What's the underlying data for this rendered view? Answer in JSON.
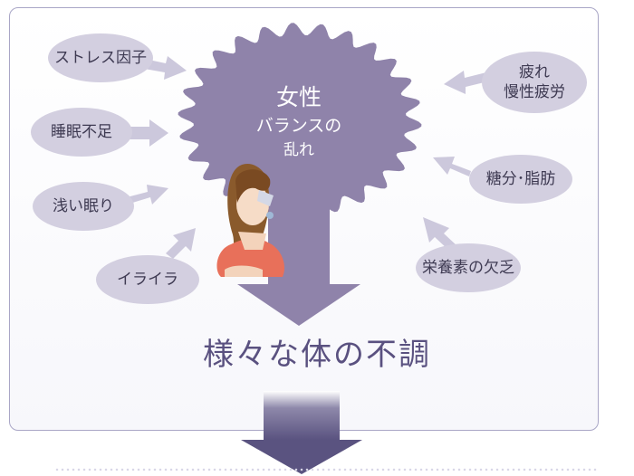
{
  "center": {
    "line1": "女性",
    "line2": "バランスの",
    "line3": "乱れ"
  },
  "causes": {
    "stress": "ストレス因子",
    "sleep_lack": "睡眠不足",
    "light_sleep": "浅い眠り",
    "irritation": "イライラ",
    "fatigue_line1": "疲れ",
    "fatigue_line2": "慢性疲労",
    "sugar_fat": "糖分･脂肪",
    "nutrition": "栄養素の欠乏"
  },
  "result": "様々な体の不調",
  "colors": {
    "accent": "#8f83aa",
    "bubble": "#d3cfe0",
    "arrow": "#ccc8dc",
    "text": "#5a5180",
    "border": "#a9a6c6"
  },
  "icons": [
    "woman-illustration",
    "down-arrow-icon"
  ]
}
